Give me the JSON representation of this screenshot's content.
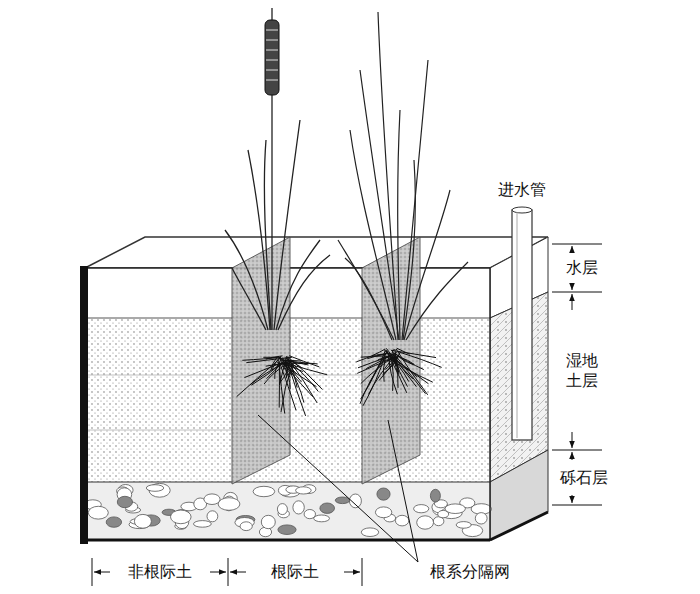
{
  "diagram": {
    "labels": [
      "进水管",
      "水层",
      "湿地 土层",
      "砾石层",
      "非根际土",
      "根际土",
      "根系分隔网"
    ]
  }
}
